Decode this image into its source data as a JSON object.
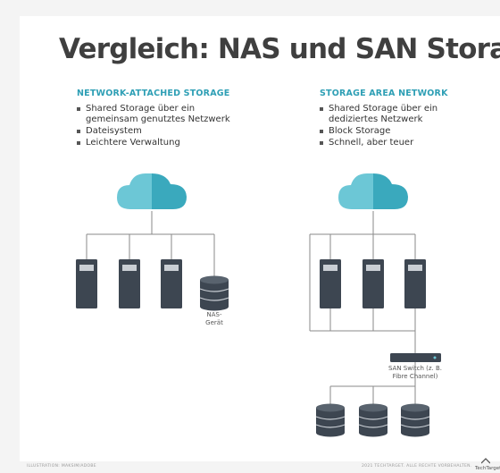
{
  "title": "Vergleich: NAS und SAN Storage",
  "nas": {
    "heading": "NETWORK-ATTACHED STORAGE",
    "bullets": [
      "Shared Storage über ein gemeinsam genutztes Netzwerk",
      "Dateisystem",
      "Leichtere Verwaltung"
    ],
    "device_label": "NAS-\nGerät"
  },
  "san": {
    "heading": "STORAGE AREA NETWORK",
    "bullets": [
      "Shared Storage über ein dediziertes Netzwerk",
      "Block Storage",
      "Schnell, aber teuer"
    ],
    "switch_label": "SAN Switch (z. B.\nFibre Channel)"
  },
  "footer": {
    "left": "ILLUSTRATION: MAKSIM/ADOBE",
    "right": "2021 TECHTARGET. ALLE RECHTE VORBEHALTEN.",
    "brand": "TechTarget"
  },
  "colors": {
    "cloud_light": "#6cc7d6",
    "cloud_dark": "#3aa9bd",
    "server": "#3d4651",
    "server_slot": "#c9ced4",
    "line": "#8a8a8a",
    "accent": "#2e9fb5"
  }
}
